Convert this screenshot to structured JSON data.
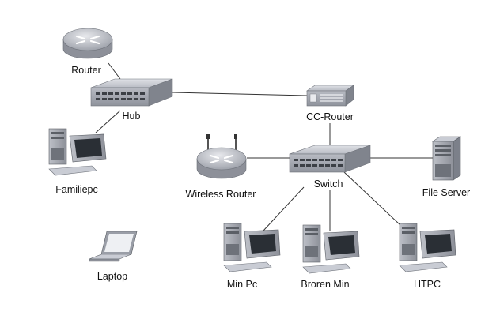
{
  "nodes": {
    "router": {
      "label": "Router",
      "icon": "router-icon"
    },
    "hub": {
      "label": "Hub",
      "icon": "hub-icon"
    },
    "cc_router": {
      "label": "CC-Router",
      "icon": "router-box-icon"
    },
    "familiepc": {
      "label": "Familiepc",
      "icon": "desktop-computer-icon"
    },
    "wireless_router": {
      "label": "Wireless Router",
      "icon": "wireless-router-icon"
    },
    "switch": {
      "label": "Switch",
      "icon": "switch-icon"
    },
    "file_server": {
      "label": "File Server",
      "icon": "server-icon"
    },
    "laptop": {
      "label": "Laptop",
      "icon": "laptop-icon"
    },
    "min_pc": {
      "label": "Min Pc",
      "icon": "desktop-computer-icon"
    },
    "broren_min": {
      "label": "Broren Min",
      "icon": "desktop-computer-icon"
    },
    "htpc": {
      "label": "HTPC",
      "icon": "desktop-computer-icon"
    }
  },
  "connections": [
    [
      "router",
      "hub"
    ],
    [
      "hub",
      "familiepc"
    ],
    [
      "hub",
      "cc_router"
    ],
    [
      "cc_router",
      "switch"
    ],
    [
      "switch",
      "wireless_router"
    ],
    [
      "switch",
      "file_server"
    ],
    [
      "switch",
      "min_pc"
    ],
    [
      "switch",
      "broren_min"
    ],
    [
      "switch",
      "htpc"
    ]
  ],
  "colors": {
    "line": "#333333",
    "device_top": "#c9ccd4",
    "device_front": "#a9adb7",
    "device_side": "#7c808a",
    "monitor_screen": "#2a2f35"
  }
}
